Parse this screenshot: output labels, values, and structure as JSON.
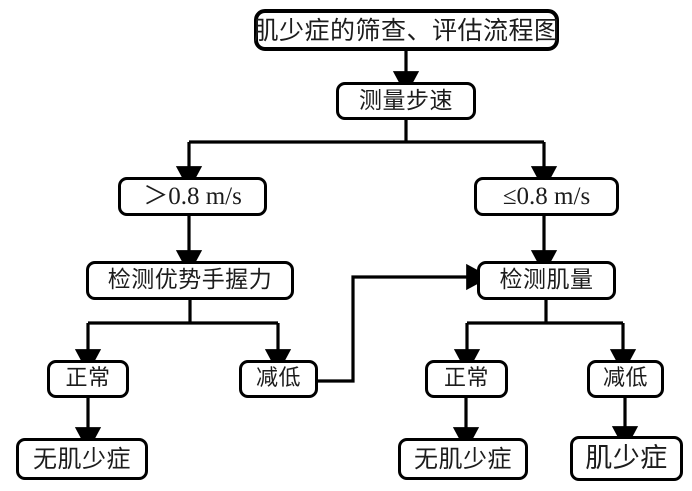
{
  "diagram": {
    "title": "肌少症的筛查、评估流程图",
    "background_color": "#ffffff",
    "line_color": "#000000",
    "node_fill": "#ffffff",
    "text_color": "#1c1c1c"
  },
  "nodes": {
    "title": "肌少症的筛查、评估流程图",
    "gait_speed": "测量步速",
    "speed_fast": "＞0.8 m/s",
    "speed_slow": "≤0.8 m/s",
    "grip_test": "检测优势手握力",
    "mass_test": "检测肌量",
    "grip_normal": "正常",
    "grip_low": "减低",
    "mass_normal": "正常",
    "mass_low": "减低",
    "no_sarcopenia_left": "无肌少症",
    "no_sarcopenia_right": "无肌少症",
    "sarcopenia": "肌少症"
  },
  "flow": [
    {
      "from": "title",
      "to": "gait_speed",
      "style": "vertical-arrow"
    },
    {
      "from": "gait_speed",
      "to": "speed_fast",
      "style": "split-bar-arrow"
    },
    {
      "from": "gait_speed",
      "to": "speed_slow",
      "style": "split-bar-arrow"
    },
    {
      "from": "speed_fast",
      "to": "grip_test",
      "style": "vertical-arrow"
    },
    {
      "from": "speed_slow",
      "to": "mass_test",
      "style": "vertical-arrow"
    },
    {
      "from": "grip_test",
      "to": "grip_normal",
      "style": "split-bar-arrow"
    },
    {
      "from": "grip_test",
      "to": "grip_low",
      "style": "split-bar-arrow"
    },
    {
      "from": "mass_test",
      "to": "mass_normal",
      "style": "split-bar-arrow"
    },
    {
      "from": "mass_test",
      "to": "mass_low",
      "style": "split-bar-arrow"
    },
    {
      "from": "grip_low",
      "to": "mass_test",
      "style": "elbow-right-up-arrow"
    },
    {
      "from": "grip_normal",
      "to": "no_sarcopenia_left",
      "style": "vertical-arrow"
    },
    {
      "from": "mass_normal",
      "to": "no_sarcopenia_right",
      "style": "vertical-arrow"
    },
    {
      "from": "mass_low",
      "to": "sarcopenia",
      "style": "vertical-arrow"
    }
  ]
}
